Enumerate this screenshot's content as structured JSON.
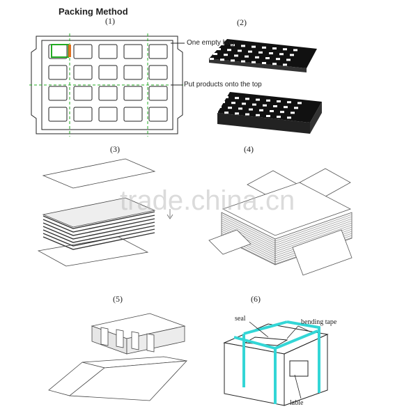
{
  "title": "Packing Method",
  "steps": [
    "(1)",
    "(2)",
    "(3)",
    "(4)",
    "(5)",
    "(6)"
  ],
  "notes": {
    "empty_bag": "One empty bag",
    "put_products": "Put products onto the top"
  },
  "box_labels": {
    "seal": "seal",
    "bending_tape": "bending tape",
    "lable": "lable"
  },
  "watermark": "trade.china.cn",
  "colors": {
    "tape": "#33d6d6",
    "guide_line": "#22aa22",
    "highlight_green": "#22aa22",
    "highlight_orange": "#e07020",
    "ink": "#222222"
  }
}
